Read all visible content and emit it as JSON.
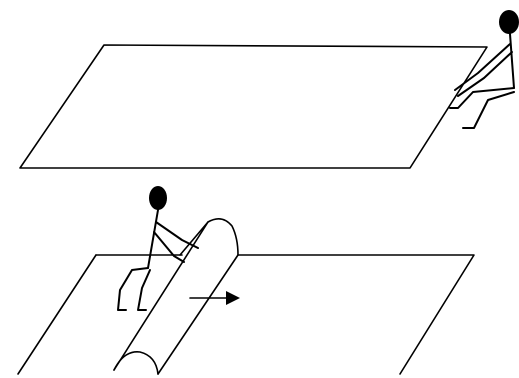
{
  "diagram": {
    "panels": [
      {
        "id": "flat-rug",
        "figure": "stick-figure-pulling-rug-edge"
      },
      {
        "id": "rug-with-ruck",
        "figure": "stick-figure-pushing-ruck",
        "arrow": "right"
      }
    ],
    "colors": {
      "stroke": "#000000",
      "background": "#ffffff"
    }
  }
}
